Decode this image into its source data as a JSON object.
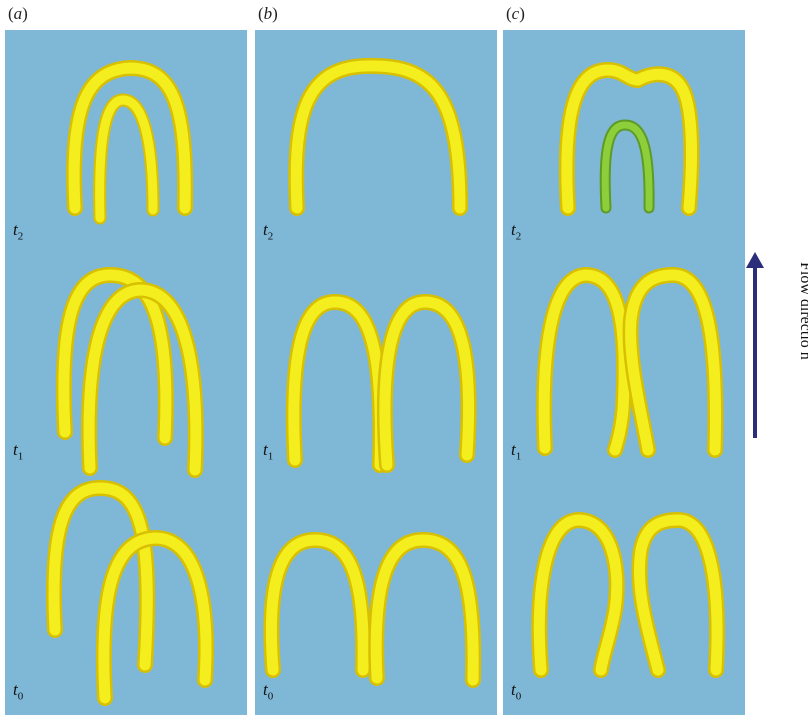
{
  "panels": [
    {
      "id": "a",
      "label": "a",
      "times": [
        "t_2",
        "t_1",
        "t_0"
      ]
    },
    {
      "id": "b",
      "label": "b",
      "times": [
        "t_2",
        "t_1",
        "t_0"
      ]
    },
    {
      "id": "c",
      "label": "c",
      "times": [
        "t_2",
        "t_1",
        "t_0"
      ]
    }
  ],
  "time_labels": {
    "t2": {
      "base": "t",
      "sub": "2"
    },
    "t1": {
      "base": "t",
      "sub": "1"
    },
    "t0": {
      "base": "t",
      "sub": "0"
    }
  },
  "flow_label": "Flow directio n",
  "colors": {
    "background": "#7fb7d6",
    "vortex": "#f4ee1f",
    "vortex_shade": "#d8c000",
    "inner_vortex_c_t2": "#8ccf3a",
    "arrow": "#2b2e7a"
  }
}
